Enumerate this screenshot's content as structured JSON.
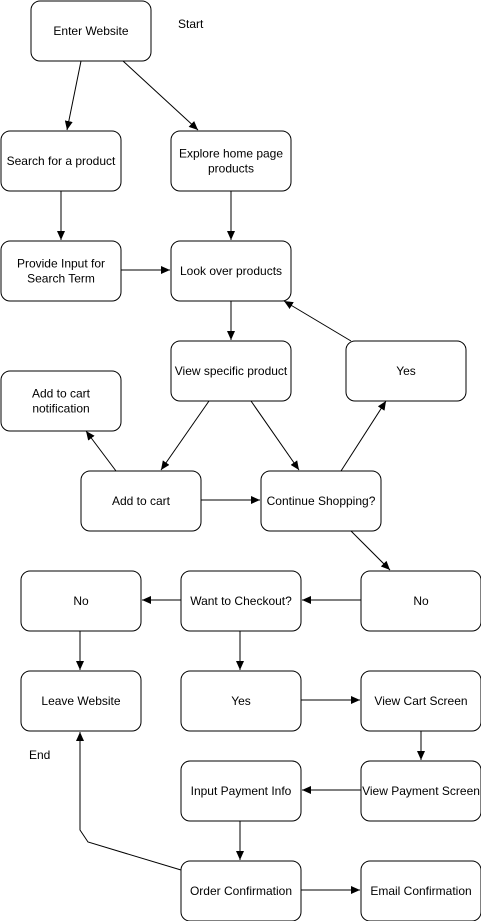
{
  "labels": {
    "start": "Start",
    "end": "End"
  },
  "nodes": {
    "enter_website": "Enter Website",
    "search_product": "Search for a product",
    "explore_home": [
      "Explore home page",
      "products"
    ],
    "provide_input": [
      "Provide Input for",
      "Search Term"
    ],
    "look_over": "Look over products",
    "view_specific": "View specific product",
    "yes_continue": "Yes",
    "add_cart_notif": [
      "Add to cart",
      "notification"
    ],
    "add_to_cart": "Add to cart",
    "continue_shopping": "Continue Shopping?",
    "no_checkout": "No",
    "want_checkout": "Want to Checkout?",
    "no_continue": "No",
    "leave_website": "Leave Website",
    "yes_checkout": "Yes",
    "view_cart": "View Cart Screen",
    "input_payment": "Input Payment Info",
    "view_payment": "View Payment Screen",
    "order_confirmation": "Order Confirmation",
    "email_confirmation": "Email Confirmation"
  },
  "edges": [
    [
      "enter_website",
      "search_product"
    ],
    [
      "enter_website",
      "explore_home"
    ],
    [
      "search_product",
      "provide_input"
    ],
    [
      "explore_home",
      "look_over"
    ],
    [
      "provide_input",
      "look_over"
    ],
    [
      "look_over",
      "view_specific"
    ],
    [
      "view_specific",
      "add_to_cart"
    ],
    [
      "view_specific",
      "continue_shopping"
    ],
    [
      "add_to_cart",
      "add_cart_notif"
    ],
    [
      "add_to_cart",
      "continue_shopping"
    ],
    [
      "continue_shopping",
      "yes_continue"
    ],
    [
      "yes_continue",
      "look_over"
    ],
    [
      "continue_shopping",
      "no_continue"
    ],
    [
      "no_continue",
      "want_checkout"
    ],
    [
      "want_checkout",
      "no_checkout"
    ],
    [
      "want_checkout",
      "yes_checkout"
    ],
    [
      "no_checkout",
      "leave_website"
    ],
    [
      "yes_checkout",
      "view_cart"
    ],
    [
      "view_cart",
      "view_payment"
    ],
    [
      "view_payment",
      "input_payment"
    ],
    [
      "input_payment",
      "order_confirmation"
    ],
    [
      "order_confirmation",
      "email_confirmation"
    ],
    [
      "order_confirmation",
      "leave_website"
    ]
  ]
}
